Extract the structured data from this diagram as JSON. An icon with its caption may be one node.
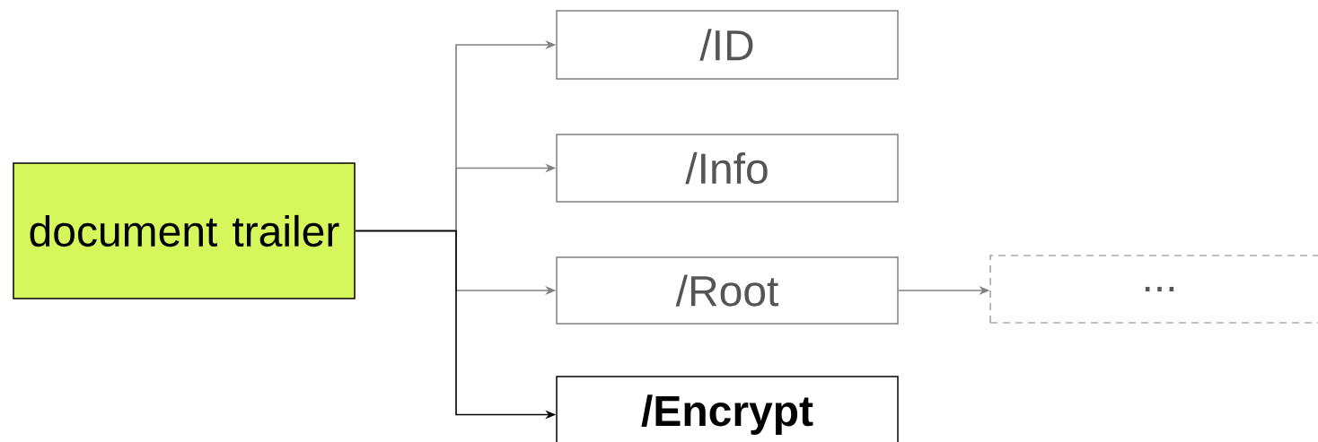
{
  "diagram": {
    "nodes": [
      {
        "text": [
          "document trailer"
        ]
      },
      {
        "text": [
          "/ID"
        ]
      },
      {
        "text": [
          "/Info"
        ]
      },
      {
        "text": [
          "/Root"
        ]
      },
      {
        "text": [
          "..."
        ]
      },
      {
        "text": [
          "/Encrypt"
        ]
      }
    ],
    "edges": [
      {
        "from": 0,
        "to": 1,
        "arrow": "to"
      },
      {
        "from": 0,
        "to": 2,
        "arrow": "to"
      },
      {
        "from": 0,
        "to": 3,
        "arrow": "to"
      },
      {
        "from": 0,
        "to": 5,
        "arrow": "to",
        "color": "#000000"
      },
      {
        "from": 3,
        "to": 4,
        "arrow": "to"
      }
    ]
  }
}
